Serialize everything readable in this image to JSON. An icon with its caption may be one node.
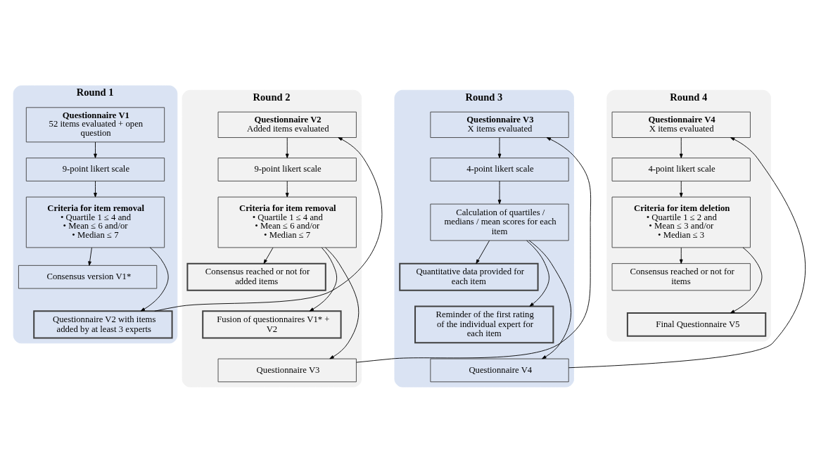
{
  "diagram": {
    "nodes": [
      {
        "text": [
          "Round 1"
        ]
      },
      {
        "text": [
          "Questionnaire V1",
          "52 items evaluated + open question"
        ],
        "in": 0
      },
      {
        "text": [
          "9-point likert scale"
        ],
        "in": 0
      },
      {
        "text": [
          "Criteria for item removal",
          "• Quartile 1 ≤ 4 and",
          "• Mean ≤ 6 and/or",
          "• Median ≤ 7"
        ],
        "in": 0
      },
      {
        "text": [
          "Consensus version V1*"
        ],
        "in": 0
      },
      {
        "text": [
          "Questionnaire V2 with items added by at least 3 experts"
        ],
        "in": 0
      },
      {
        "text": [
          "Round 2"
        ]
      },
      {
        "text": [
          "Questionnaire V2",
          "Added items evaluated"
        ],
        "in": 6
      },
      {
        "text": [
          "9-point likert scale"
        ],
        "in": 6
      },
      {
        "text": [
          "Criteria for item removal",
          "• Quartile 1 ≤ 4 and",
          "• Mean ≤ 6 and/or",
          "• Median ≤ 7"
        ],
        "in": 6
      },
      {
        "text": [
          "Consensus reached or not for added items"
        ],
        "in": 6
      },
      {
        "text": [
          "Fusion of questionnaires V1* + V2"
        ],
        "in": 6
      },
      {
        "text": [
          "Questionnaire V3"
        ],
        "in": 6
      },
      {
        "text": [
          "Round 3"
        ]
      },
      {
        "text": [
          "Questionnaire V3",
          "X items evaluated"
        ],
        "in": 13
      },
      {
        "text": [
          "4-point likert scale"
        ],
        "in": 13
      },
      {
        "text": [
          "Calculation of quartiles / medians / mean scores for each item"
        ],
        "in": 13
      },
      {
        "text": [
          "Quantitative data provided for each item"
        ],
        "in": 13
      },
      {
        "text": [
          "Reminder of the first rating of the individual expert for each item"
        ],
        "in": 13
      },
      {
        "text": [
          "Questionnaire V4"
        ],
        "in": 13
      },
      {
        "text": [
          "Round 4"
        ]
      },
      {
        "text": [
          "Questionnaire V4",
          "X items evaluated"
        ],
        "in": 20
      },
      {
        "text": [
          "4-point likert scale"
        ],
        "in": 20
      },
      {
        "text": [
          "Criteria for item deletion",
          "• Quartile 1 ≤ 2 and",
          "• Mean ≤ 3 and/or",
          "• Median ≤ 3"
        ],
        "in": 20
      },
      {
        "text": [
          "Consensus reached or not for items"
        ],
        "in": 20
      },
      {
        "text": [
          "Final Questionnaire V5"
        ],
        "in": 20
      }
    ],
    "edges": [
      {
        "from": 1,
        "to": 2,
        "arrow": "to"
      },
      {
        "from": 2,
        "to": 3,
        "arrow": "to"
      },
      {
        "from": 3,
        "to": 4,
        "arrow": "to"
      },
      {
        "from": 3,
        "to": 5,
        "arrow": "to"
      },
      {
        "from": 5,
        "to": 7,
        "arrow": "to"
      },
      {
        "from": 7,
        "to": 8,
        "arrow": "to"
      },
      {
        "from": 8,
        "to": 9,
        "arrow": "to"
      },
      {
        "from": 9,
        "to": 10,
        "arrow": "to"
      },
      {
        "from": 9,
        "to": 11,
        "arrow": "to"
      },
      {
        "from": 9,
        "to": 12,
        "arrow": "to"
      },
      {
        "from": 12,
        "to": 14,
        "arrow": "to"
      },
      {
        "from": 14,
        "to": 15,
        "arrow": "to"
      },
      {
        "from": 15,
        "to": 16,
        "arrow": "to"
      },
      {
        "from": 16,
        "to": 17,
        "arrow": "to"
      },
      {
        "from": 16,
        "to": 18,
        "arrow": "to"
      },
      {
        "from": 16,
        "to": 19,
        "arrow": "to"
      },
      {
        "from": 19,
        "to": 21,
        "arrow": "to"
      },
      {
        "from": 21,
        "to": 22,
        "arrow": "to"
      },
      {
        "from": 22,
        "to": 23,
        "arrow": "to"
      },
      {
        "from": 23,
        "to": 24,
        "arrow": "to"
      },
      {
        "from": 23,
        "to": 25,
        "arrow": "to"
      }
    ]
  }
}
